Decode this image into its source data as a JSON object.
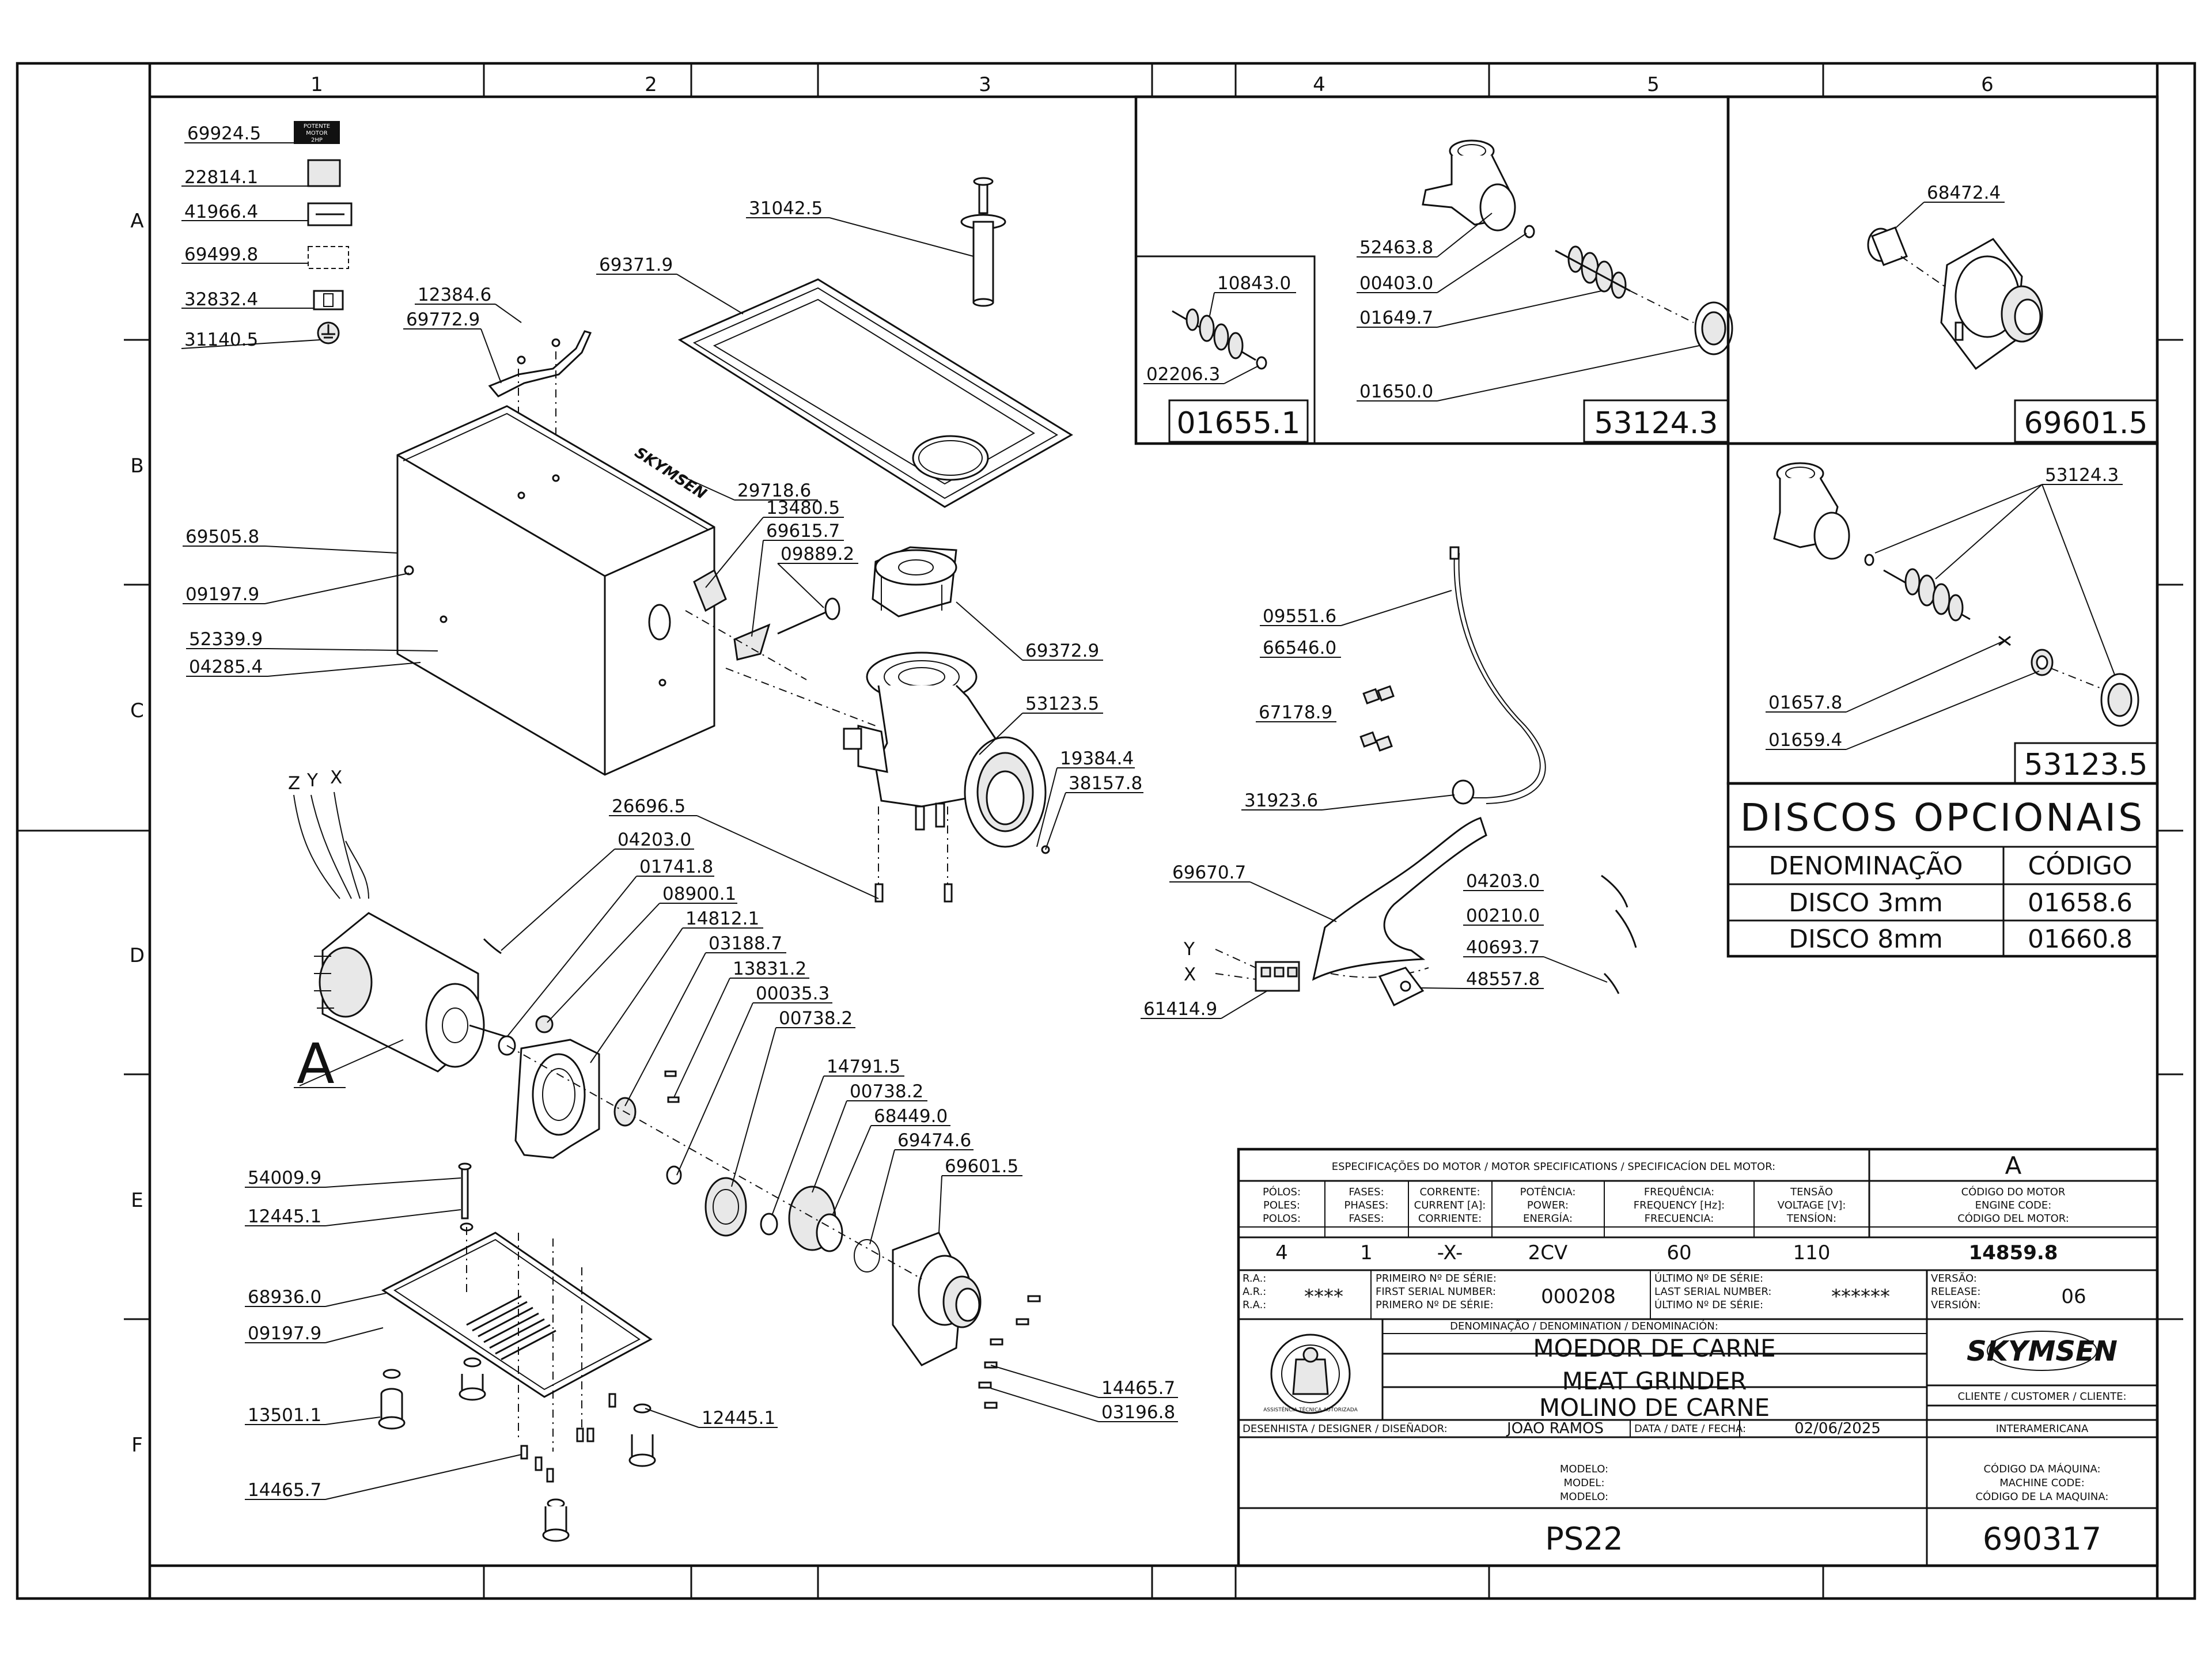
{
  "grid": {
    "columns": [
      "1",
      "2",
      "3",
      "4",
      "5",
      "6"
    ],
    "rows": [
      "A",
      "B",
      "C",
      "D",
      "E",
      "F"
    ]
  },
  "parts": {
    "p69924_5": "69924.5",
    "p22814_1": "22814.1",
    "p41966_4": "41966.4",
    "p69499_8": "69499.8",
    "p32832_4": "32832.4",
    "p31140_5": "31140.5",
    "p12384_6": "12384.6",
    "p69772_9": "69772.9",
    "p31042_5": "31042.5",
    "p69371_9": "69371.9",
    "p29718_6": "29718.6",
    "p13480_5": "13480.5",
    "p69615_7": "69615.7",
    "p09889_2": "09889.2",
    "p69505_8": "69505.8",
    "p09197_9a": "09197.9",
    "p52339_9": "52339.9",
    "p04285_4": "04285.4",
    "p69372_9": "69372.9",
    "p53123_5": "53123.5",
    "p19384_4": "19384.4",
    "p38157_8": "38157.8",
    "p26696_5": "26696.5",
    "p04203_0a": "04203.0",
    "p01741_8": "01741.8",
    "p08900_1": "08900.1",
    "p14812_1": "14812.1",
    "p03188_7": "03188.7",
    "p13831_2": "13831.2",
    "p00035_3": "00035.3",
    "p00738_2a": "00738.2",
    "p14791_5": "14791.5",
    "p00738_2b": "00738.2",
    "p68449_0": "68449.0",
    "p69474_6": "69474.6",
    "p69601_5a": "69601.5",
    "p54009_9": "54009.9",
    "p12445_1a": "12445.1",
    "p68936_0": "68936.0",
    "p09197_9b": "09197.9",
    "p13501_1": "13501.1",
    "p12445_1b": "12445.1",
    "p14465_7a": "14465.7",
    "p03196_8": "03196.8",
    "p14465_7b": "14465.7",
    "p10843_0": "10843.0",
    "p02206_3": "02206.3",
    "p52463_8": "52463.8",
    "p00403_0": "00403.0",
    "p01649_7": "01649.7",
    "p01650_0": "01650.0",
    "p68472_4": "68472.4",
    "p53124_3": "53124.3",
    "p01657_8": "01657.8",
    "p01659_4": "01659.4",
    "p09551_6": "09551.6",
    "p66546_0": "66546.0",
    "p67178_9": "67178.9",
    "p31923_6": "31923.6",
    "p69670_7": "69670.7",
    "p61414_9": "61414.9",
    "p04203_0b": "04203.0",
    "p00210_0": "00210.0",
    "p40693_7": "40693.7",
    "p48557_8": "48557.8"
  },
  "wire_labels": {
    "z": "Z",
    "y": "Y",
    "x": "X",
    "y2": "Y",
    "x2": "X"
  },
  "callout_a": "A",
  "motor_sticker": [
    "POTENTE",
    "MOTOR",
    "2HP"
  ],
  "brand_decal": "SKYMSEN",
  "kit_boxes": {
    "k01655_1": "01655.1",
    "k53124_3": "53124.3",
    "k69601_5": "69601.5",
    "k53123_5": "53123.5"
  },
  "optional_discs": {
    "title": "DISCOS OPCIONAIS",
    "headers": [
      "DENOMINAÇÃO",
      "CÓDIGO"
    ],
    "rows": [
      [
        "DISCO 3mm",
        "01658.6"
      ],
      [
        "DISCO 8mm",
        "01660.8"
      ]
    ]
  },
  "title_block": {
    "motor_spec_heading": "ESPECIFICAÇÕES DO MOTOR / MOTOR SPECIFICATIONS / SPECIFICACÍON DEL MOTOR:",
    "revision": "A",
    "spec_headers": [
      [
        "PÓLOS:",
        "POLES:",
        "POLOS:"
      ],
      [
        "FASES:",
        "PHASES:",
        "FASES:"
      ],
      [
        "CORRENTE:",
        "CURRENT [A]:",
        "CORRIENTE:"
      ],
      [
        "POTÊNCIA:",
        "POWER:",
        "ENERGÍA:"
      ],
      [
        "FREQUÊNCIA:",
        "FREQUENCY [Hz]:",
        "FRECUENCIA:"
      ],
      [
        "TENSÃO",
        "VOLTAGE [V]:",
        "TENSÍON:"
      ]
    ],
    "spec_values": [
      "4",
      "1",
      "-X-",
      "2CV",
      "60",
      "110"
    ],
    "engine_code_label": [
      "CÓDIGO DO MOTOR",
      "ENGINE CODE:",
      "CÓDIGO DEL MOTOR:"
    ],
    "engine_code": "14859.8",
    "ra_label": [
      "R.A.:",
      "A.R.:",
      "R.A.:"
    ],
    "ra_value": "****",
    "first_serial_label": [
      "PRIMEIRO Nº DE SÉRIE:",
      "FIRST SERIAL NUMBER:",
      "PRIMERO Nº DE SÉRIE:"
    ],
    "first_serial": "000208",
    "last_serial_label": [
      "ÚLTIMO Nº DE SÉRIE:",
      "LAST SERIAL NUMBER:",
      "ÚLTIMO Nº DE SÉRIE:"
    ],
    "last_serial": "******",
    "version_label": [
      "VERSÃO:",
      "RELEASE:",
      "VERSIÓN:"
    ],
    "version": "06",
    "denomination_label": "DENOMINAÇÃO / DENOMINATION / DENOMINACIÓN:",
    "names": [
      "MOEDOR DE CARNE",
      "MEAT GRINDER",
      "MOLINO DE CARNE"
    ],
    "seal_text": "ASSISTÊNCIA TÉCNICA AUTORIZADA",
    "brand": "SKYMSEN",
    "client_label": "CLIENTE / CUSTOMER / CLIENTE:",
    "client": "INTERAMERICANA",
    "designer_label": "DESENHISTA / DESIGNER / DISEÑADOR:",
    "designer": "JOÃO RAMOS",
    "date_label": "DATA / DATE / FECHA:",
    "date": "02/06/2025",
    "model_label": [
      "MODELO:",
      "MODEL:",
      "MODELO:"
    ],
    "model": "PS22",
    "machine_code_label": [
      "CÓDIGO DA MÁQUINA:",
      "MACHINE CODE:",
      "CÓDIGO DE LA MAQUINA:"
    ],
    "machine_code": "690317"
  }
}
